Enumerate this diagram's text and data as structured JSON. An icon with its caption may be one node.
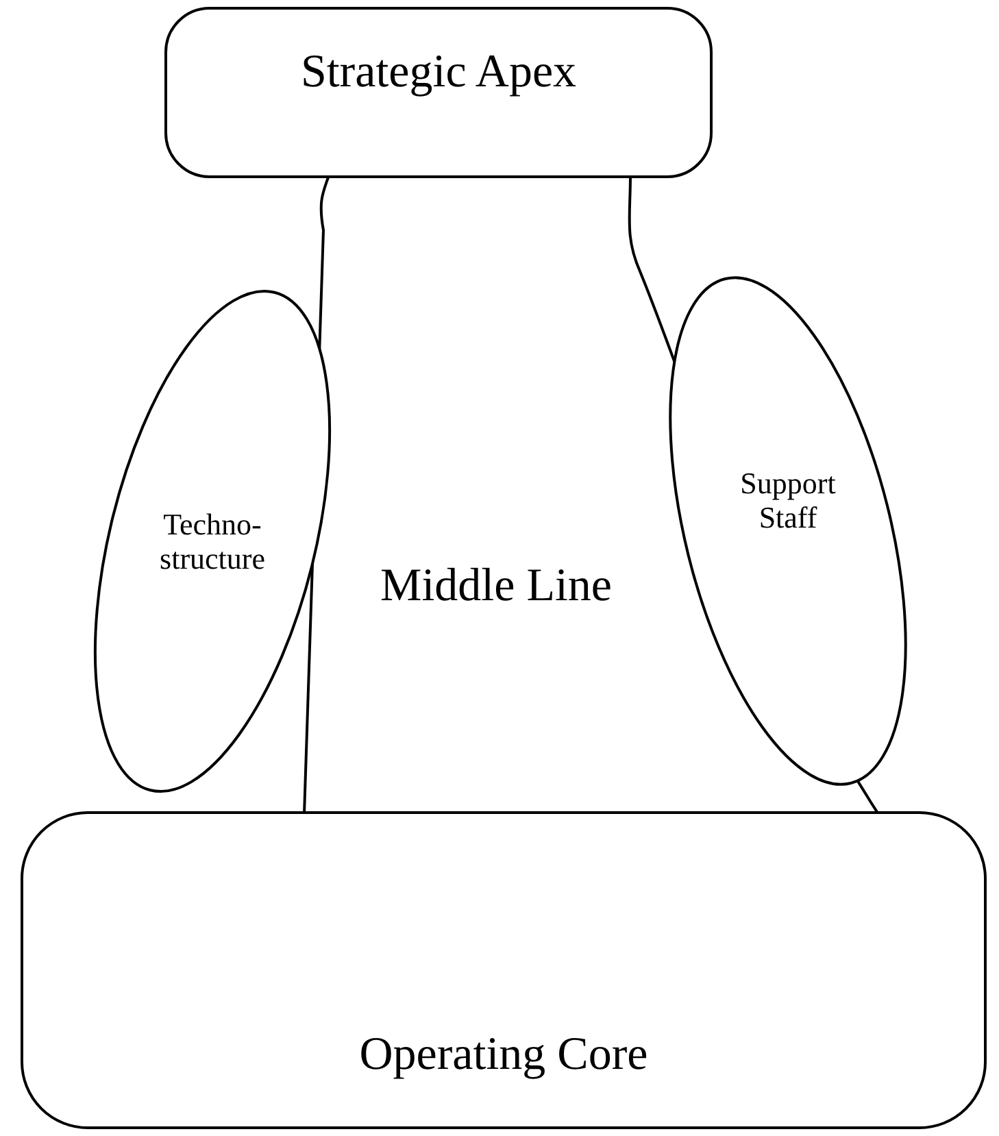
{
  "diagram": {
    "nodes": [
      {
        "text": [
          "Strategic Apex"
        ]
      },
      {
        "text": [
          "Techno- structure"
        ]
      },
      {
        "text": [
          "Middle Line"
        ]
      },
      {
        "text": [
          "Support Staff"
        ]
      },
      {
        "text": [
          "Operating Core"
        ]
      }
    ]
  }
}
